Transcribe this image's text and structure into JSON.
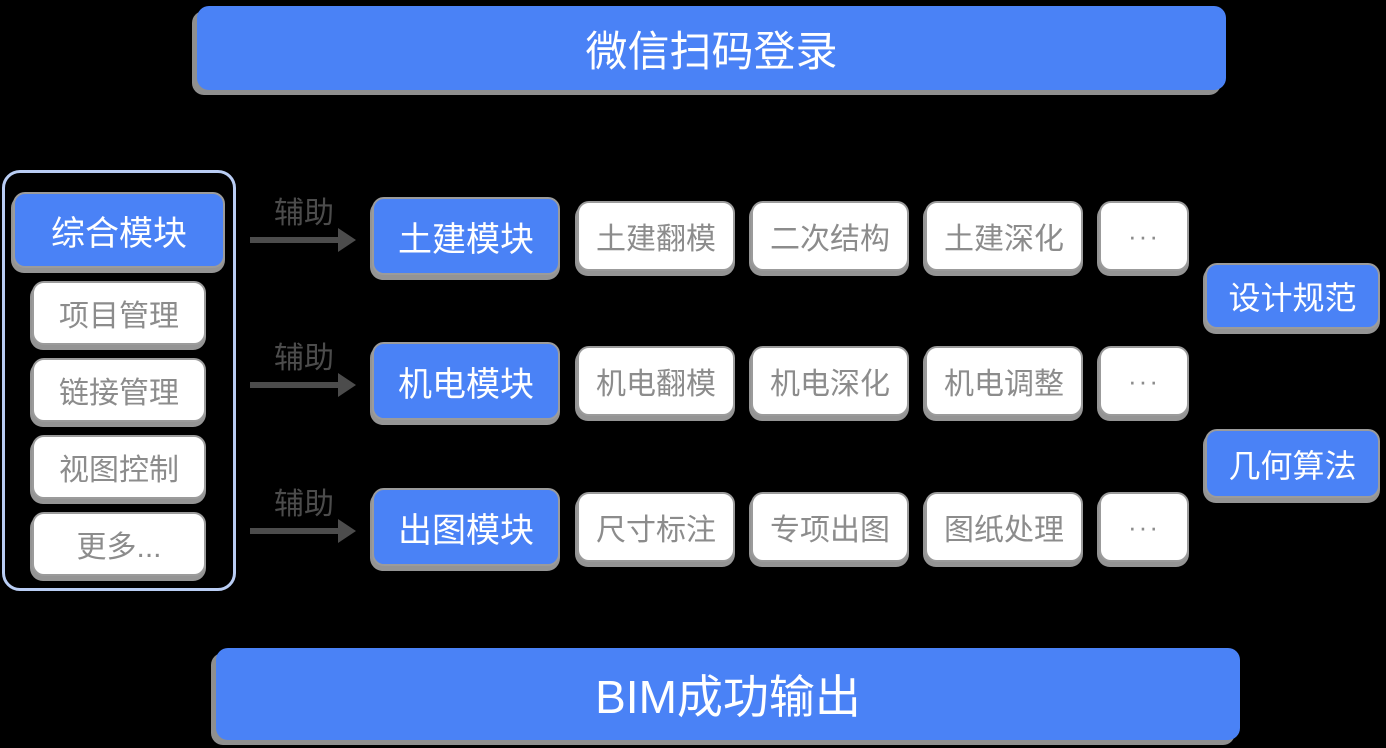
{
  "colors": {
    "accent_blue": "#4a82f6",
    "panel_border_blue": "#b9cdf4",
    "node_border_gray": "#9b9b9b",
    "node_shadow_gray": "#949494",
    "muted_text_gray": "#8c8c8c",
    "arrow_gray": "#4c4c4c",
    "background": "#000000"
  },
  "top_banner": {
    "label": "微信扫码登录"
  },
  "left_panel": {
    "header": {
      "label": "综合模块"
    },
    "items": [
      {
        "label": "项目管理"
      },
      {
        "label": "链接管理"
      },
      {
        "label": "视图控制"
      },
      {
        "label": "更多..."
      }
    ]
  },
  "rows": [
    {
      "assist_label": "辅助",
      "module": {
        "label": "土建模块"
      },
      "items": [
        "土建翻模",
        "二次结构",
        "土建深化",
        "···"
      ]
    },
    {
      "assist_label": "辅助",
      "module": {
        "label": "机电模块"
      },
      "items": [
        "机电翻模",
        "机电深化",
        "机电调整",
        "···"
      ]
    },
    {
      "assist_label": "辅助",
      "module": {
        "label": "出图模块"
      },
      "items": [
        "尺寸标注",
        "专项出图",
        "图纸处理",
        "···"
      ]
    }
  ],
  "right_panel": {
    "items": [
      {
        "label": "设计规范"
      },
      {
        "label": "几何算法"
      }
    ]
  },
  "bottom_banner": {
    "label": "BIM成功输出"
  }
}
